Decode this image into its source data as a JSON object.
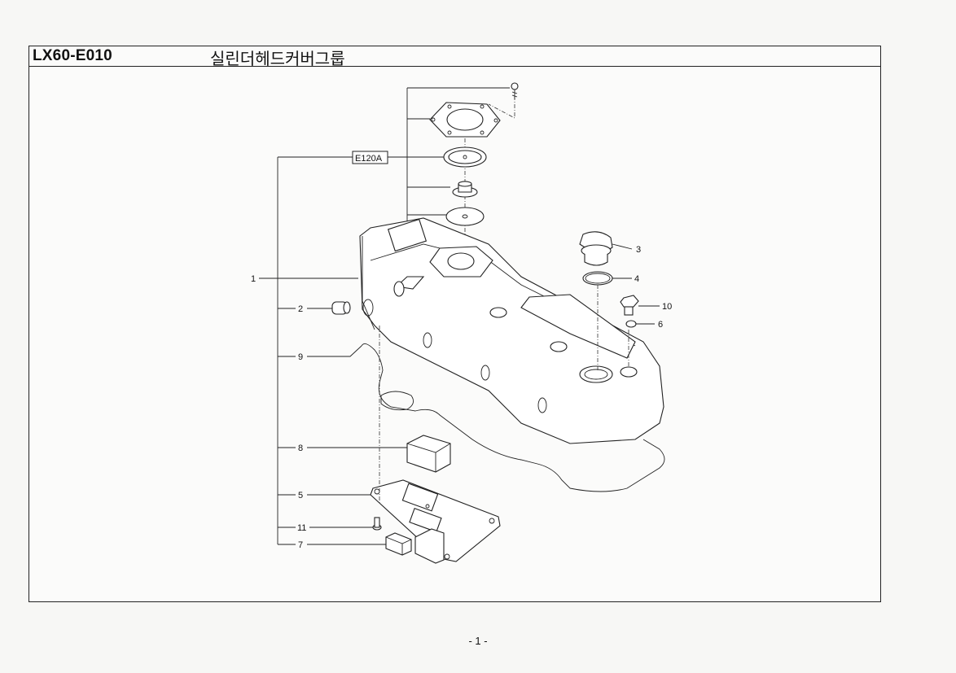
{
  "header": {
    "part_code": "LX60-E010",
    "group_title": "실린더헤드커버그룹"
  },
  "reference_box": {
    "label": "E120A"
  },
  "callouts": {
    "c1": "1",
    "c2": "2",
    "c3": "3",
    "c4": "4",
    "c5": "5",
    "c6": "6",
    "c7": "7",
    "c8": "8",
    "c9": "9",
    "c10": "10",
    "c11": "11"
  },
  "footer": {
    "page_number": "- 1 -"
  }
}
